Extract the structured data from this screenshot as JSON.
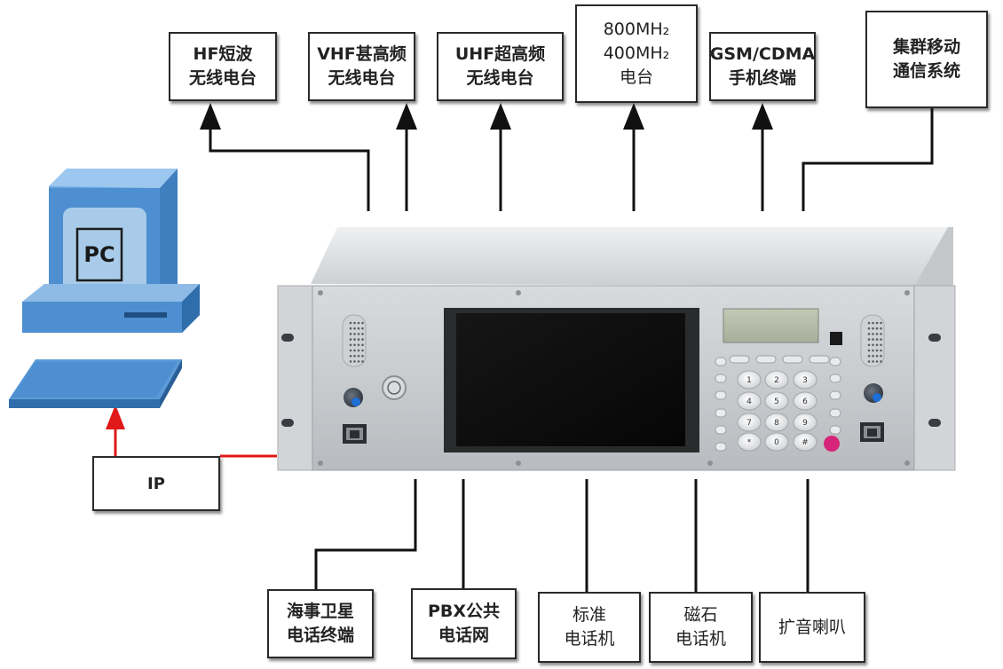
{
  "top_boxes": [
    {
      "lines": [
        "HF短波",
        "无线电台"
      ]
    },
    {
      "lines": [
        "VHF甚高频",
        "无线电台"
      ]
    },
    {
      "lines": [
        "UHF超高频",
        "无线电台"
      ]
    },
    {
      "lines": [
        "800MH₂",
        "400MH₂",
        "电台"
      ]
    },
    {
      "lines": [
        "GSM/CDMA",
        "手机终端"
      ]
    },
    {
      "lines": [
        "集群移动",
        "通信系统"
      ]
    }
  ],
  "bottom_boxes": [
    {
      "lines": [
        "海事卫星",
        "电话终端"
      ]
    },
    {
      "lines": [
        "PBX公共",
        "电话网"
      ]
    },
    {
      "lines": [
        "标准",
        "电话机"
      ]
    },
    {
      "lines": [
        "磁石",
        "电话机"
      ]
    },
    {
      "lines": [
        "扩音喇叭"
      ]
    }
  ],
  "ip_box": {
    "label": "IP"
  },
  "pc": {
    "label": "PC"
  },
  "keypad": {
    "keys": [
      "1",
      "2",
      "3",
      "4",
      "5",
      "6",
      "7",
      "8",
      "9",
      "*",
      "0",
      "#"
    ]
  },
  "colors": {
    "link": "#e01818",
    "arrow": "#111111",
    "pc_blue": "#4d8fd0"
  }
}
